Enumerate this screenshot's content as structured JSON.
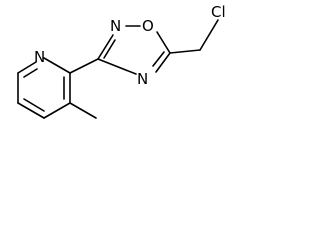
{
  "molecule": {
    "atoms": {
      "n_oxadiazole_top": "N",
      "o_oxadiazole": "O",
      "n_oxadiazole_bottom": "N",
      "chlorine": "Cl",
      "n_pyridine": "N"
    }
  }
}
